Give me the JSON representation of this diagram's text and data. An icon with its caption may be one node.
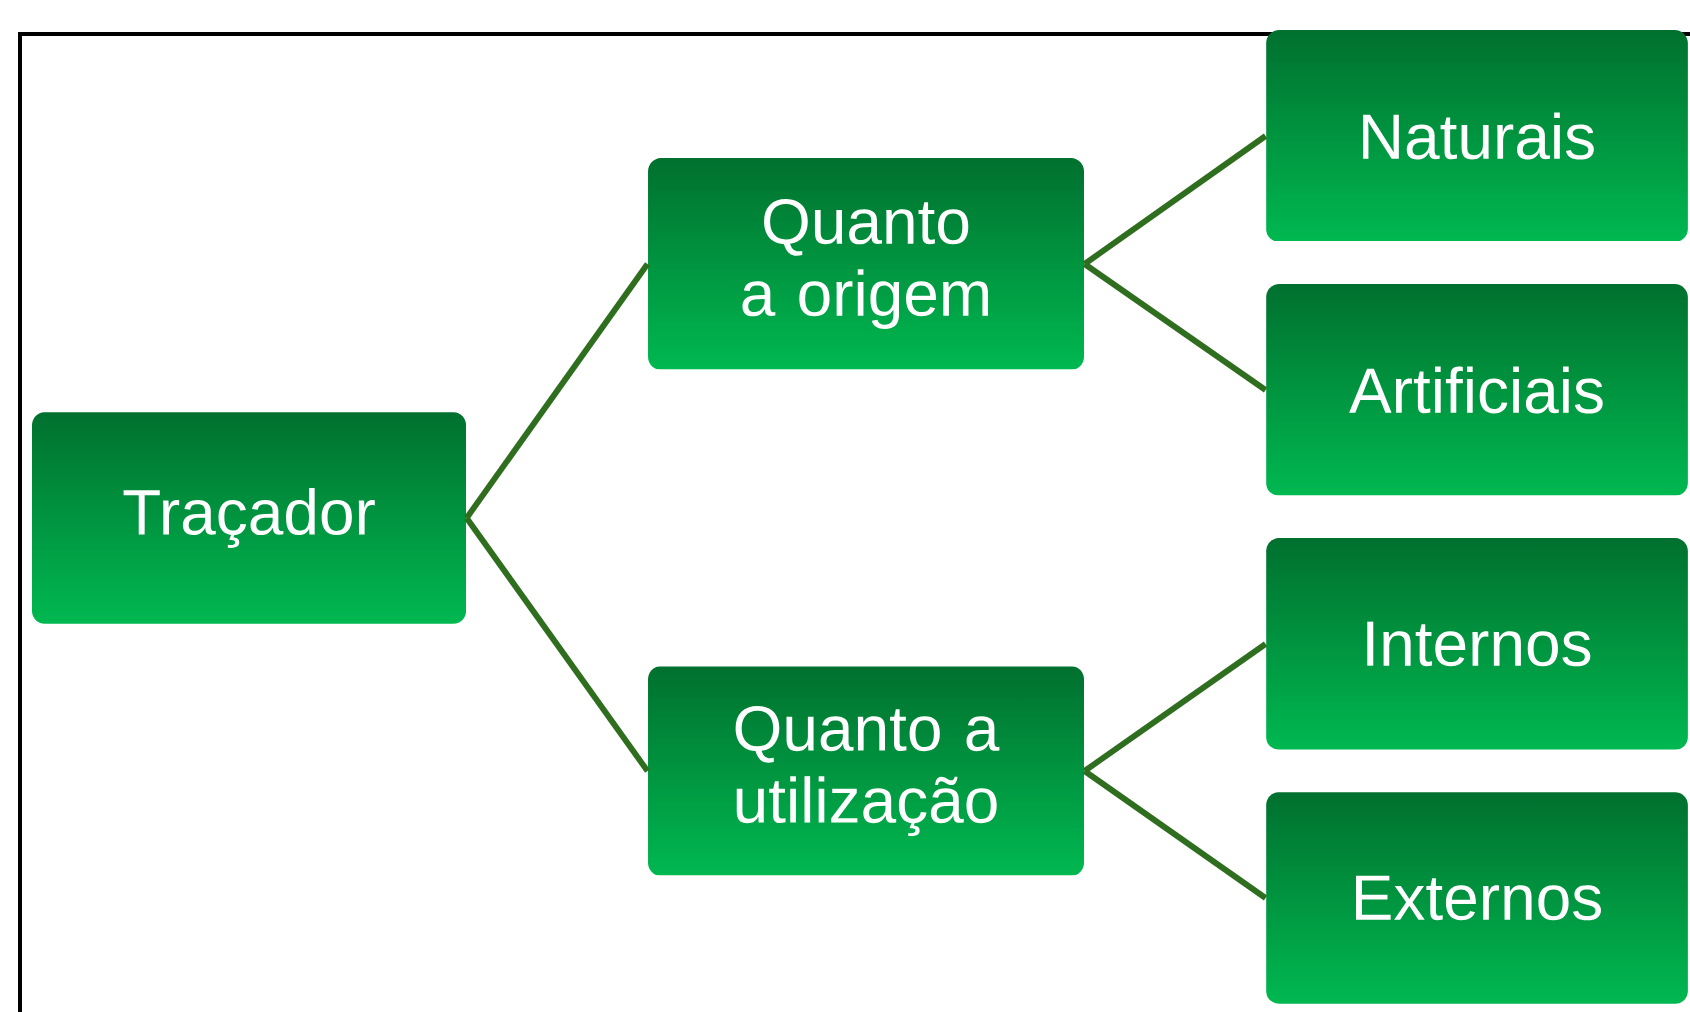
{
  "diagram": {
    "nodes": [
      {
        "text": [
          "Traçador"
        ]
      },
      {
        "text": [
          "Quanto a origem"
        ]
      },
      {
        "text": [
          "Quanto a utilização"
        ]
      },
      {
        "text": [
          "Naturais"
        ]
      },
      {
        "text": [
          "Artificiais"
        ]
      },
      {
        "text": [
          "Internos"
        ]
      },
      {
        "text": [
          "Externos"
        ]
      }
    ],
    "edges": [
      {
        "from": 0,
        "to": 1,
        "arrow": "none"
      },
      {
        "from": 0,
        "to": 2,
        "arrow": "none"
      },
      {
        "from": 1,
        "to": 3,
        "arrow": "none"
      },
      {
        "from": 1,
        "to": 4,
        "arrow": "none"
      },
      {
        "from": 2,
        "to": 5,
        "arrow": "none"
      },
      {
        "from": 2,
        "to": 6,
        "arrow": "none"
      }
    ]
  }
}
